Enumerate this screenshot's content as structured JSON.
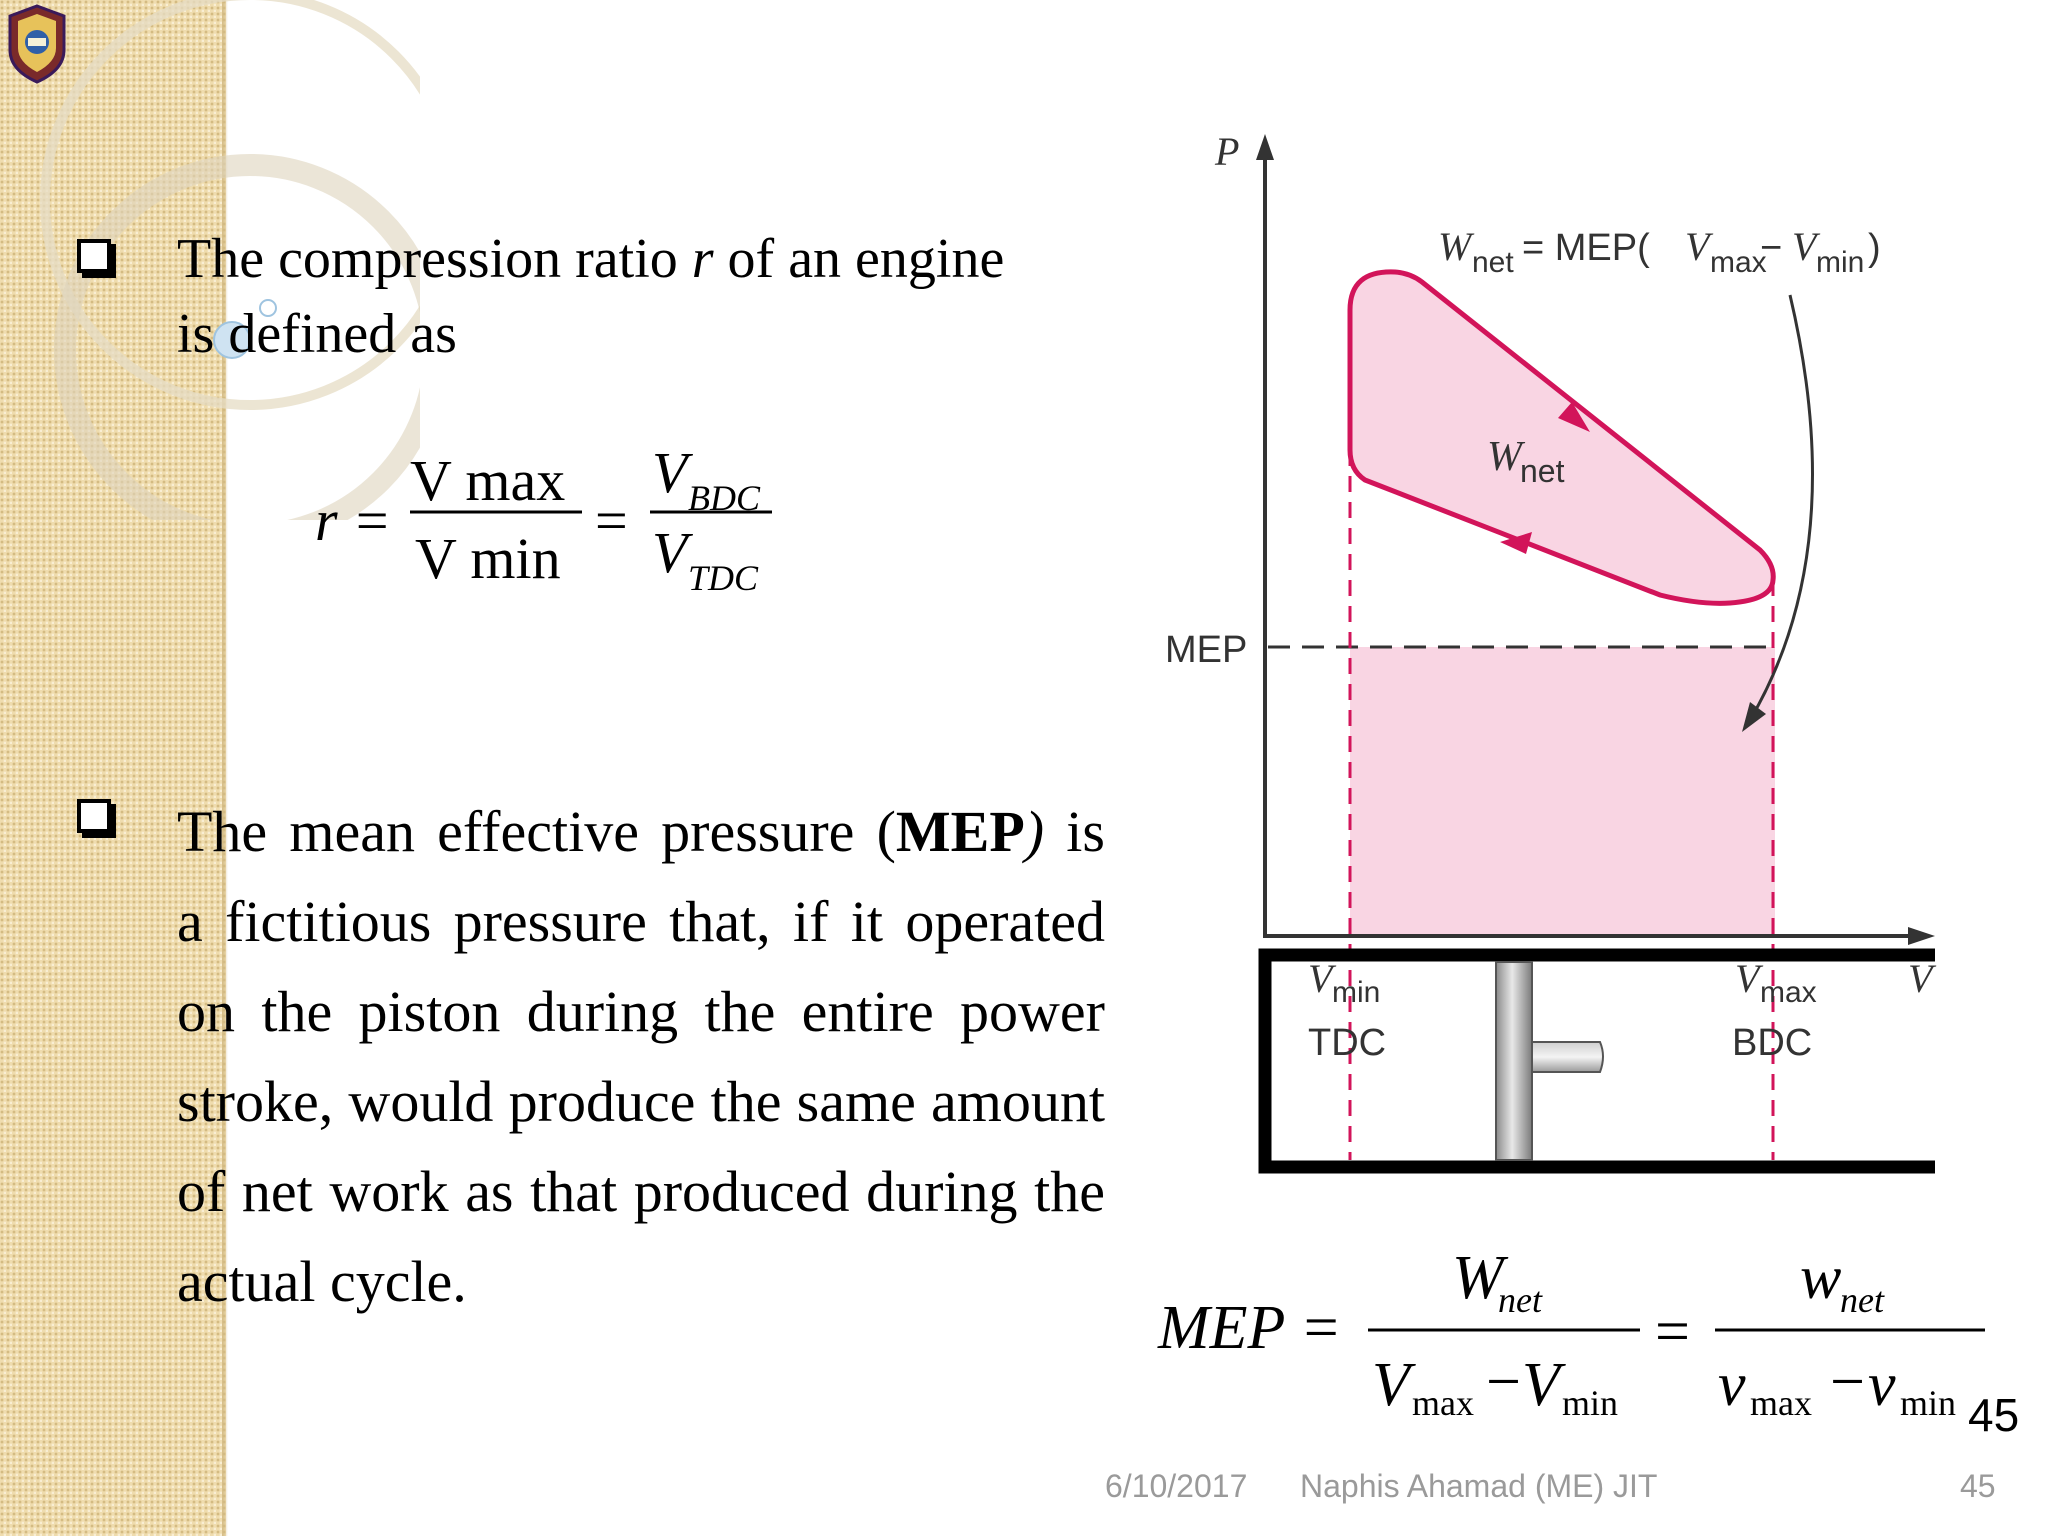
{
  "bullets": [
    {
      "line1_prefix": "The compression ratio ",
      "line1_var": "r",
      "line1_suffix": " of an engine",
      "line2": "is defined as"
    },
    {
      "p_prefix": "The mean effective pressure (",
      "p_bold": "MEP",
      "p_close": ")",
      "p_rest": " is a fictitious pressure that, if it operated on the piston during the entire power stroke, would produce the same amount of net work as that produced during the actual cycle."
    }
  ],
  "equation_r": {
    "lhs": "r =",
    "frac1_num": "V max",
    "frac1_den": "V min",
    "eq": "=",
    "frac2_num_main": "V",
    "frac2_num_sub": "BDC",
    "frac2_den_main": "V",
    "frac2_den_sub": "TDC"
  },
  "diagram": {
    "p_axis": "P",
    "v_axis": "V",
    "w_net_label": "W",
    "w_net_sub": "net",
    "top_w": "W",
    "top_net": "net",
    "top_eq": " = MEP(",
    "top_v1": "V",
    "top_max": "max",
    "top_minus": " − ",
    "top_v2": "V",
    "top_min": "min",
    "top_close": ")",
    "mep_label": "MEP",
    "vmin_main": "V",
    "vmin_sub": "min",
    "vmax_main": "V",
    "vmax_sub": "max",
    "tdc": "TDC",
    "bdc": "BDC",
    "loop_color": "#d2145a",
    "fill_color": "#f9d5e3"
  },
  "equation_mep": {
    "lhs": "MEP =",
    "num1_main": "W",
    "num1_sub": "net",
    "den1_a": "V",
    "den1_a_sub": "max",
    "den1_minus": "−",
    "den1_b": "V",
    "den1_b_sub": "min",
    "eq": "=",
    "num2_main": "w",
    "num2_sub": "net",
    "den2_a": "v",
    "den2_a_sub": "max",
    "den2_minus": "−",
    "den2_b": "v",
    "den2_b_sub": "min"
  },
  "slide_number_big": "45",
  "footer": {
    "date": "6/10/2017",
    "author": "Naphis Ahamad (ME) JIT",
    "page": "45"
  }
}
